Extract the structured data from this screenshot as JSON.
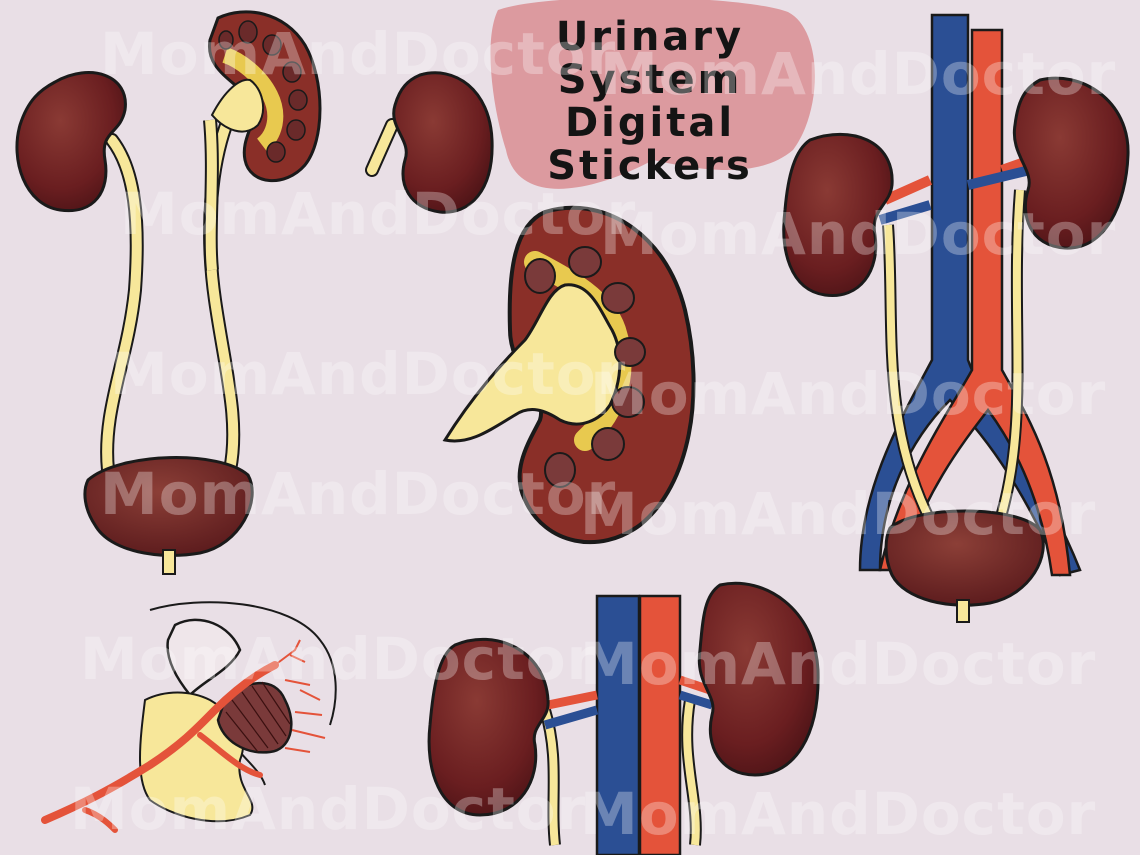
{
  "title": {
    "lines": [
      "Urinary",
      "System",
      "Digital",
      "Stickers"
    ]
  },
  "watermark": "MomAndDoctor",
  "colors": {
    "background": "#e9dfe6",
    "title_blob": "#dc9a9f",
    "kidney": "#6e1f22",
    "kidney_cortex": "#8a2f28",
    "medulla": "#7a3a3a",
    "ureter": "#f7e79a",
    "artery": "#e4533a",
    "vein": "#2b4f94",
    "outline": "#1a1a1a"
  },
  "stickers": [
    "urinary-tract-sticker",
    "kidney-cross-section-sticker",
    "single-kidney-sticker",
    "kidneys-with-vessels-and-bladder-sticker",
    "large-kidney-cross-section-sticker",
    "nephron-glomerulus-sticker",
    "kidneys-with-aorta-and-vena-cava-sticker"
  ]
}
